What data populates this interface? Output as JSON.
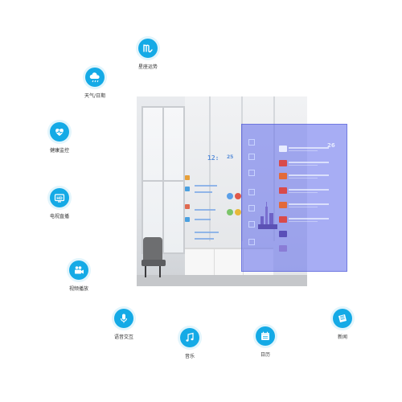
{
  "features": [
    {
      "id": "zodiac",
      "label": "星座运势",
      "icon": "zodiac-icon"
    },
    {
      "id": "weather",
      "label": "天气/日期",
      "icon": "weather-cloud-icon"
    },
    {
      "id": "health",
      "label": "健康监控",
      "icon": "health-heart-icon"
    },
    {
      "id": "tv",
      "label": "电视直播",
      "icon": "hd-tv-icon"
    },
    {
      "id": "video",
      "label": "视频播放",
      "icon": "video-camera-icon"
    },
    {
      "id": "voice",
      "label": "语音交互",
      "icon": "microphone-icon"
    },
    {
      "id": "music",
      "label": "音乐",
      "icon": "music-note-icon"
    },
    {
      "id": "calendar",
      "label": "日历",
      "icon": "calendar-icon"
    },
    {
      "id": "news",
      "label": "新闻",
      "icon": "newspaper-icon"
    }
  ],
  "colors": {
    "accent": "#14aae6",
    "overlay": "#5f69eb",
    "label": "#333333"
  },
  "mirror_display": {
    "time": "12:",
    "temp": "25"
  },
  "overlay_panel": {
    "date_number": "26"
  }
}
